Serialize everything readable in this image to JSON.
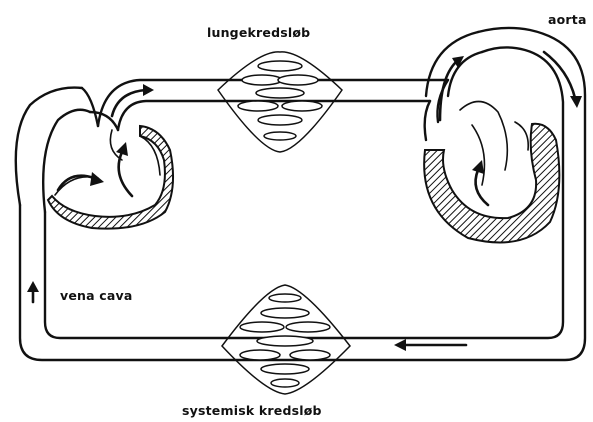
{
  "labels": {
    "pulmonary_circuit": "lungekredsløb",
    "aorta": "aorta",
    "vena_cava": "vena cava",
    "systemic_circuit": "systemisk kredsløb"
  }
}
